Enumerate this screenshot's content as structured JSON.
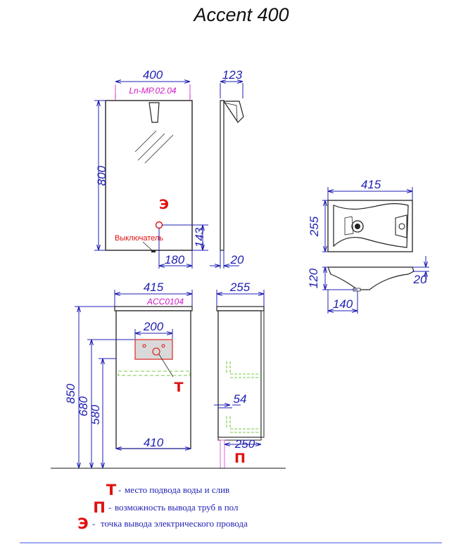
{
  "title": "Accent 400",
  "mirror": {
    "model": "Ln-MP.02.04",
    "width": "400",
    "height": "800",
    "depth": "123",
    "outlet_height": "143",
    "outlet_offset": "180",
    "mount_gap": "20",
    "outlet_mark": "Э",
    "switch_label": "Выключатель"
  },
  "cabinet": {
    "model": "ACC0104",
    "width": "415",
    "inner_width": "410",
    "opening_width": "200",
    "height_total": "850",
    "height_680": "680",
    "height_580": "580",
    "depth": "255",
    "shelf_gap": "54",
    "leg_depth": "250",
    "water_mark": "Т",
    "floor_mark": "П"
  },
  "basin": {
    "width": "415",
    "depth": "255",
    "height": "120",
    "drain_offset": "140",
    "rim": "20"
  },
  "legend": [
    {
      "mark": "Т",
      "sep": "-",
      "text": "место подвода воды и слив"
    },
    {
      "mark": "П",
      "sep": "-",
      "text": "возможность вывода труб в пол"
    },
    {
      "mark": "Э",
      "sep": "-",
      "text": "точка вывода электрического провода"
    }
  ],
  "colors": {
    "dimension": "#1f1fb4",
    "model": "#d017c8",
    "mark": "#e01010",
    "pipe": "#7ac943",
    "floor_pipe": "#e57ce0"
  }
}
